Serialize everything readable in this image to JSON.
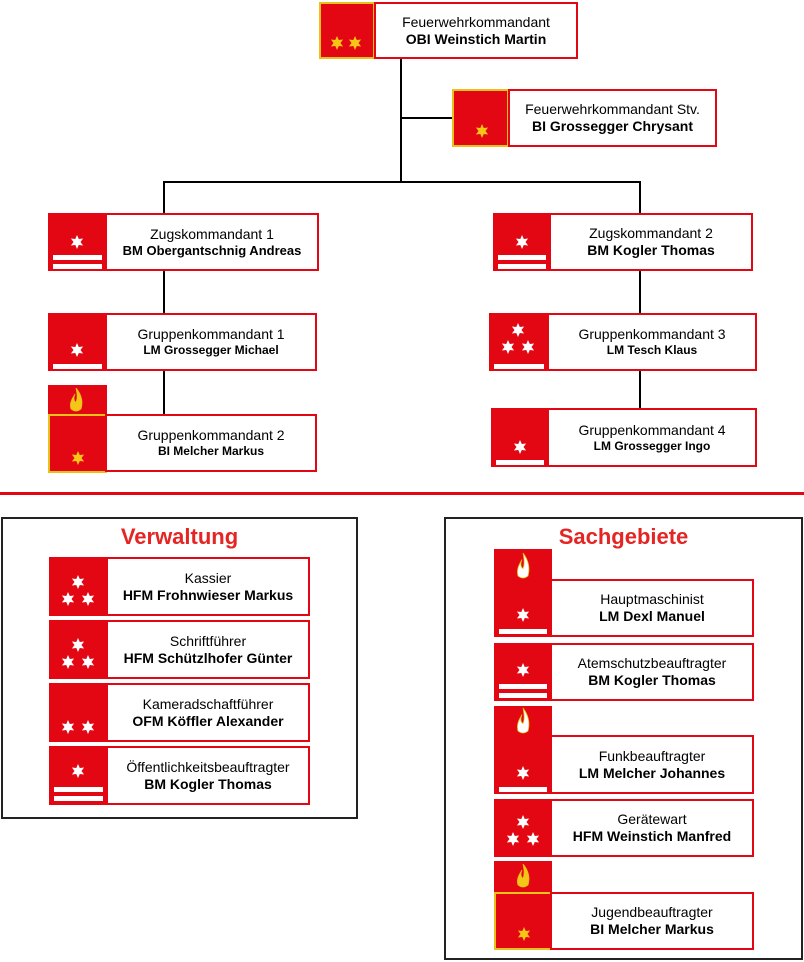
{
  "colors": {
    "brand_red": "#e30613",
    "heading_red": "#e42523",
    "star_gold": "#f5c518",
    "star_white": "#ffffff",
    "frame_gold": "#e8c21a",
    "line_black": "#000000"
  },
  "headings": {
    "verwaltung": "Verwaltung",
    "sachgebiete": "Sachgebiete"
  },
  "hierarchy": [
    {
      "role": "Feuerwehrkommandant",
      "name": "OBI Weinstich Martin",
      "insignia": "2 gold stars, gold frame"
    },
    {
      "role": "Feuerwehrkommandant Stv.",
      "name": "BI Grossegger Chrysant",
      "insignia": "1 gold star, gold frame"
    },
    {
      "role": "Zugskommandant 1",
      "name": "BM Obergantschnig Andreas",
      "insignia": "1 white star, 2 bars"
    },
    {
      "role": "Zugskommandant 2",
      "name": "BM Kogler Thomas",
      "insignia": "1 white star, 2 bars"
    },
    {
      "role": "Gruppenkommandant 1",
      "name": "LM Grossegger Michael",
      "insignia": "1 white star, 1 bar"
    },
    {
      "role": "Gruppenkommandant 3",
      "name": "LM Tesch Klaus",
      "insignia": "3 white stars, 1 bar"
    },
    {
      "role": "Gruppenkommandant 2",
      "name": "BI Melcher Markus",
      "insignia": "1 gold star, gold frame, flame"
    },
    {
      "role": "Gruppenkommandant 4",
      "name": "LM Grossegger Ingo",
      "insignia": "1 white star, 1 bar"
    }
  ],
  "verwaltung": [
    {
      "role": "Kassier",
      "name": "HFM Frohnwieser Markus",
      "insignia": "3 white stars"
    },
    {
      "role": "Schriftführer",
      "name": "HFM Schützlhofer Günter",
      "insignia": "3 white stars"
    },
    {
      "role": "Kameradschaftführer",
      "name": "OFM Köffler Alexander",
      "insignia": "2 white stars"
    },
    {
      "role": "Öffentlichkeitsbeauftragter",
      "name": "BM Kogler Thomas",
      "insignia": "1 white star, 2 bars"
    }
  ],
  "sachgebiete": [
    {
      "role": "Hauptmaschinist",
      "name": "LM Dexl Manuel",
      "insignia": "flame, 1 white star, 1 bar"
    },
    {
      "role": "Atemschutzbeauftragter",
      "name": "BM Kogler Thomas",
      "insignia": "1 white star, 2 bars"
    },
    {
      "role": "Funkbeauftragter",
      "name": "LM Melcher Johannes",
      "insignia": "flame, 1 white star, 1 bar"
    },
    {
      "role": "Gerätewart",
      "name": "HFM Weinstich Manfred",
      "insignia": "3 white stars"
    },
    {
      "role": "Jugendbeauftragter",
      "name": "BI Melcher Markus",
      "insignia": "flame, 1 gold star, gold frame"
    }
  ]
}
